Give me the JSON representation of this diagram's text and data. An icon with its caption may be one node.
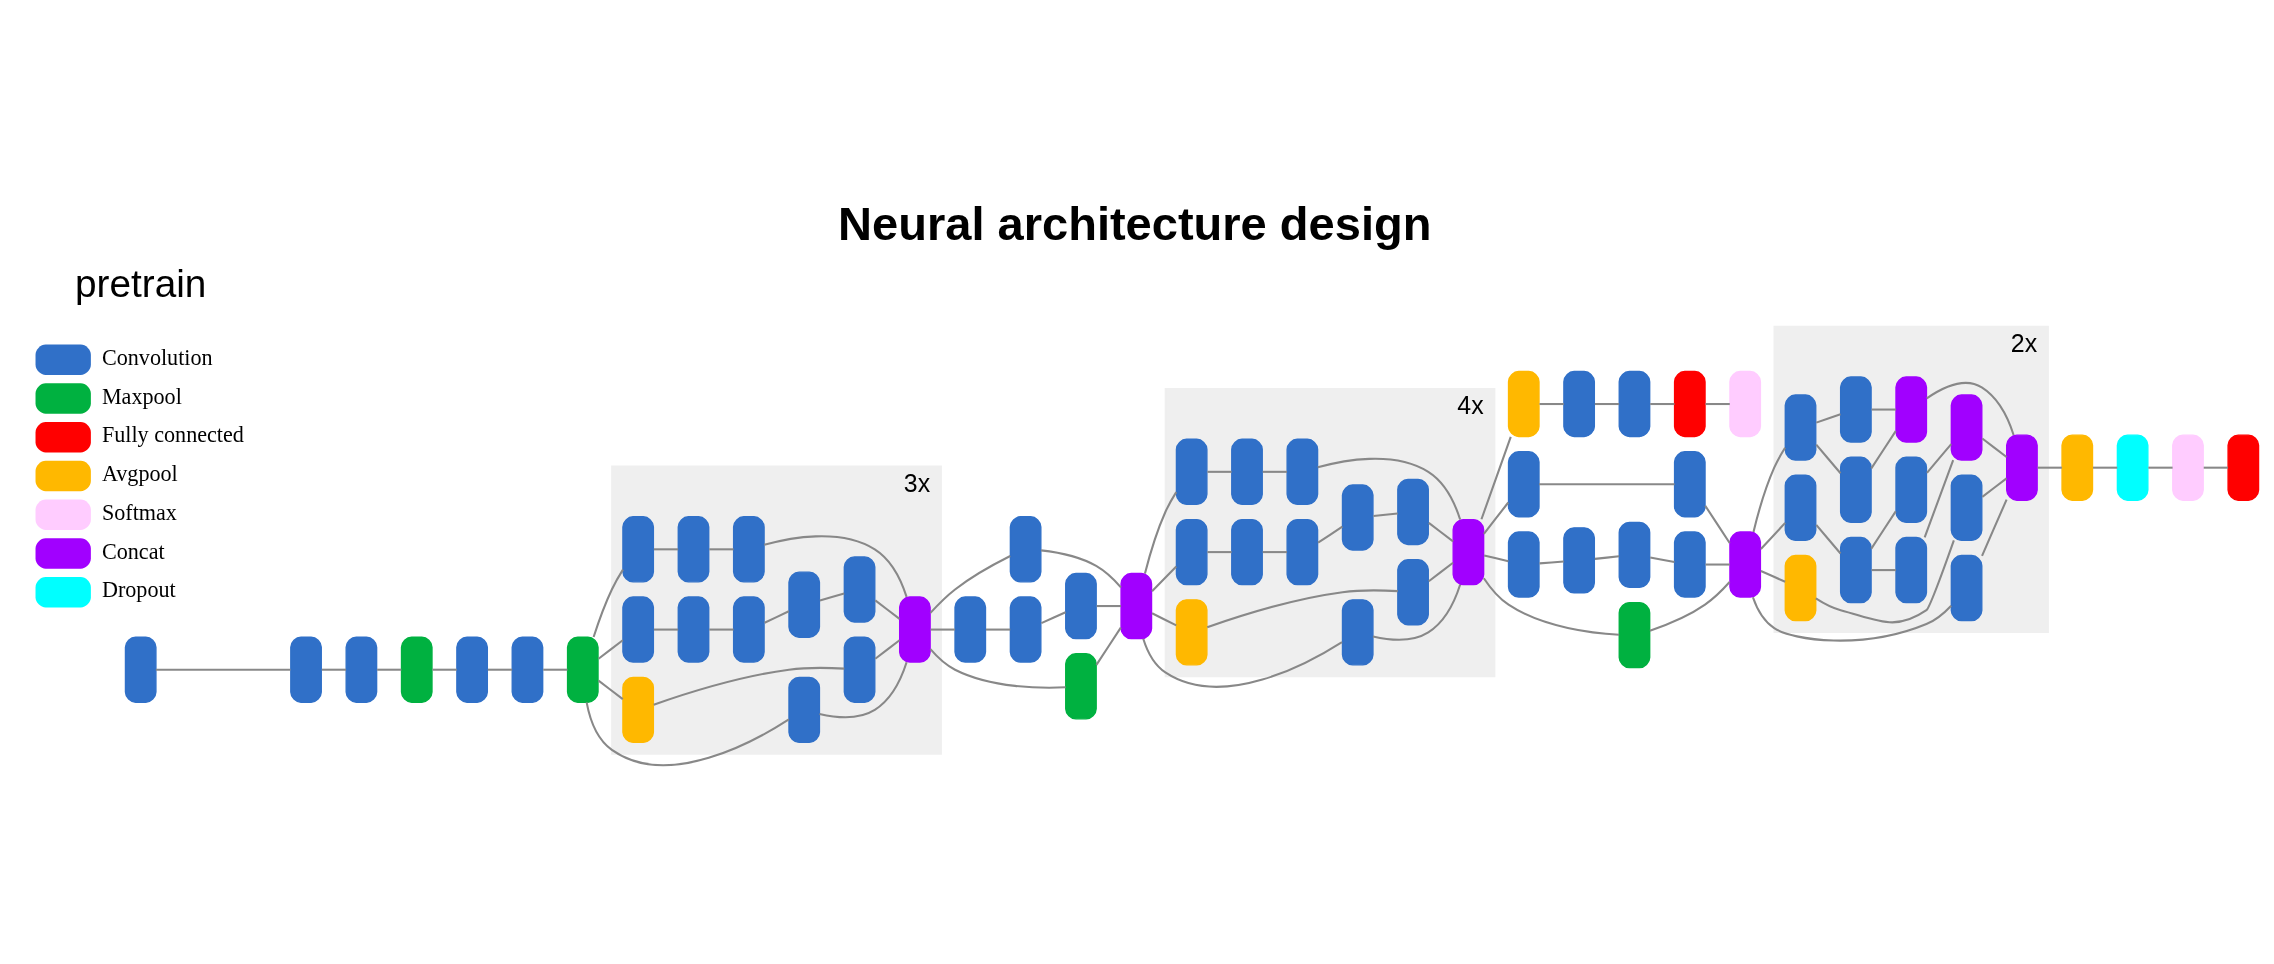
{
  "diagram": {
    "title": "Neural architecture design",
    "nodes": [
      {
        "text": [],
        "shape": "box"
      },
      {
        "text": [],
        "shape": "box"
      },
      {
        "text": [],
        "shape": "box"
      },
      {
        "text": [],
        "shape": "box"
      },
      {
        "text": [],
        "shape": "box"
      },
      {
        "text": [],
        "shape": "box"
      },
      {
        "text": [],
        "shape": "box"
      },
      {
        "text": [
          "3x"
        ]
      },
      {
        "text": [],
        "shape": "box",
        "in": 7
      },
      {
        "text": [],
        "shape": "box",
        "in": 7
      },
      {
        "text": [],
        "shape": "box",
        "in": 7
      },
      {
        "text": [],
        "shape": "box",
        "in": 7
      },
      {
        "text": [],
        "shape": "box",
        "in": 7
      },
      {
        "text": [],
        "shape": "box",
        "in": 7
      },
      {
        "text": [],
        "shape": "box",
        "in": 7
      },
      {
        "text": [],
        "shape": "box",
        "in": 7
      },
      {
        "text": [],
        "shape": "box",
        "in": 7
      },
      {
        "text": [],
        "shape": "box",
        "in": 7
      },
      {
        "text": [],
        "shape": "box",
        "in": 7
      },
      {
        "text": [],
        "shape": "box",
        "in": 7
      },
      {
        "text": [],
        "shape": "box"
      },
      {
        "text": [],
        "shape": "box"
      },
      {
        "text": [],
        "shape": "box"
      },
      {
        "text": [],
        "shape": "box"
      },
      {
        "text": [],
        "shape": "box"
      },
      {
        "text": [],
        "shape": "box"
      },
      {
        "text": [
          "4x"
        ]
      },
      {
        "text": [],
        "shape": "box",
        "in": 26
      },
      {
        "text": [],
        "shape": "box",
        "in": 26
      },
      {
        "text": [],
        "shape": "box",
        "in": 26
      },
      {
        "text": [],
        "shape": "box",
        "in": 26
      },
      {
        "text": [],
        "shape": "box",
        "in": 26
      },
      {
        "text": [],
        "shape": "box",
        "in": 26
      },
      {
        "text": [],
        "shape": "box",
        "in": 26
      },
      {
        "text": [],
        "shape": "box",
        "in": 26
      },
      {
        "text": [],
        "shape": "box",
        "in": 26
      },
      {
        "text": [],
        "shape": "box",
        "in": 26
      },
      {
        "text": [],
        "shape": "box",
        "in": 26
      },
      {
        "text": [],
        "shape": "box",
        "in": 26
      },
      {
        "text": [],
        "shape": "box"
      },
      {
        "text": [],
        "shape": "box"
      },
      {
        "text": [],
        "shape": "box"
      },
      {
        "text": [],
        "shape": "box"
      },
      {
        "text": [],
        "shape": "box"
      },
      {
        "text": [],
        "shape": "box"
      },
      {
        "text": [],
        "shape": "box"
      },
      {
        "text": [],
        "shape": "box"
      },
      {
        "text": [],
        "shape": "box"
      },
      {
        "text": [],
        "shape": "box"
      },
      {
        "text": [],
        "shape": "box"
      },
      {
        "text": [],
        "shape": "box"
      },
      {
        "text": [],
        "shape": "box"
      },
      {
        "text": [
          "2x"
        ]
      },
      {
        "text": [],
        "shape": "box",
        "in": 52
      },
      {
        "text": [],
        "shape": "box",
        "in": 52
      },
      {
        "text": [],
        "shape": "box",
        "in": 52
      },
      {
        "text": [],
        "shape": "box",
        "in": 52
      },
      {
        "text": [],
        "shape": "box",
        "in": 52
      },
      {
        "text": [],
        "shape": "box",
        "in": 52
      },
      {
        "text": [],
        "shape": "box",
        "in": 52
      },
      {
        "text": [],
        "shape": "box",
        "in": 52
      },
      {
        "text": [],
        "shape": "box",
        "in": 52
      },
      {
        "text": [],
        "shape": "box",
        "in": 52
      },
      {
        "text": [],
        "shape": "box",
        "in": 52
      },
      {
        "text": [],
        "shape": "box",
        "in": 52
      },
      {
        "text": [],
        "shape": "box",
        "in": 52
      },
      {
        "text": [],
        "shape": "box"
      },
      {
        "text": [],
        "shape": "box"
      },
      {
        "text": [],
        "shape": "box"
      },
      {
        "text": [],
        "shape": "box"
      }
    ],
    "edges": [
      {
        "from": 0,
        "to": 1,
        "arrow": "none"
      },
      {
        "from": 1,
        "to": 2,
        "arrow": "none"
      },
      {
        "from": 2,
        "to": 3,
        "arrow": "none"
      },
      {
        "from": 3,
        "to": 4,
        "arrow": "none"
      },
      {
        "from": 4,
        "to": 5,
        "arrow": "none"
      },
      {
        "from": 5,
        "to": 6,
        "arrow": "none"
      },
      {
        "from": 6,
        "to": 8,
        "arrow": "none"
      },
      {
        "from": 6,
        "to": 9,
        "arrow": "none"
      },
      {
        "from": 6,
        "to": 12,
        "arrow": "none"
      },
      {
        "from": 6,
        "to": 17,
        "arrow": "none"
      },
      {
        "from": 9,
        "to": 10,
        "arrow": "none"
      },
      {
        "from": 10,
        "to": 11,
        "arrow": "none"
      },
      {
        "from": 12,
        "to": 13,
        "arrow": "none"
      },
      {
        "from": 13,
        "to": 14,
        "arrow": "none"
      },
      {
        "from": 14,
        "to": 15,
        "arrow": "none"
      },
      {
        "from": 15,
        "to": 16,
        "arrow": "none"
      },
      {
        "from": 17,
        "to": 18,
        "arrow": "none"
      },
      {
        "from": 8,
        "to": 19,
        "arrow": "none"
      },
      {
        "from": 11,
        "to": 19,
        "arrow": "none"
      },
      {
        "from": 16,
        "to": 19,
        "arrow": "none"
      },
      {
        "from": 18,
        "to": 19,
        "arrow": "none"
      },
      {
        "from": 19,
        "to": 20,
        "arrow": "none"
      },
      {
        "from": 19,
        "to": 21,
        "arrow": "none"
      },
      {
        "from": 19,
        "to": 24,
        "arrow": "none"
      },
      {
        "from": 21,
        "to": 22,
        "arrow": "none"
      },
      {
        "from": 22,
        "to": 23,
        "arrow": "none"
      },
      {
        "from": 20,
        "to": 25,
        "arrow": "none"
      },
      {
        "from": 23,
        "to": 25,
        "arrow": "none"
      },
      {
        "from": 24,
        "to": 25,
        "arrow": "none"
      },
      {
        "from": 25,
        "to": 27,
        "arrow": "none"
      },
      {
        "from": 25,
        "to": 28,
        "arrow": "none"
      },
      {
        "from": 25,
        "to": 31,
        "arrow": "none"
      },
      {
        "from": 25,
        "to": 36,
        "arrow": "none"
      },
      {
        "from": 28,
        "to": 29,
        "arrow": "none"
      },
      {
        "from": 29,
        "to": 30,
        "arrow": "none"
      },
      {
        "from": 31,
        "to": 32,
        "arrow": "none"
      },
      {
        "from": 32,
        "to": 33,
        "arrow": "none"
      },
      {
        "from": 33,
        "to": 34,
        "arrow": "none"
      },
      {
        "from": 34,
        "to": 35,
        "arrow": "none"
      },
      {
        "from": 36,
        "to": 37,
        "arrow": "none"
      },
      {
        "from": 27,
        "to": 38,
        "arrow": "none"
      },
      {
        "from": 30,
        "to": 38,
        "arrow": "none"
      },
      {
        "from": 35,
        "to": 38,
        "arrow": "none"
      },
      {
        "from": 37,
        "to": 38,
        "arrow": "none"
      },
      {
        "from": 38,
        "to": 39,
        "arrow": "none"
      },
      {
        "from": 39,
        "to": 40,
        "arrow": "none"
      },
      {
        "from": 40,
        "to": 41,
        "arrow": "none"
      },
      {
        "from": 41,
        "to": 42,
        "arrow": "none"
      },
      {
        "from": 42,
        "to": 43,
        "arrow": "none"
      },
      {
        "from": 38,
        "to": 44,
        "arrow": "none"
      },
      {
        "from": 38,
        "to": 46,
        "arrow": "none"
      },
      {
        "from": 38,
        "to": 50,
        "arrow": "none"
      },
      {
        "from": 44,
        "to": 45,
        "arrow": "none"
      },
      {
        "from": 46,
        "to": 47,
        "arrow": "none"
      },
      {
        "from": 47,
        "to": 48,
        "arrow": "none"
      },
      {
        "from": 48,
        "to": 49,
        "arrow": "none"
      },
      {
        "from": 45,
        "to": 51,
        "arrow": "none"
      },
      {
        "from": 49,
        "to": 51,
        "arrow": "none"
      },
      {
        "from": 50,
        "to": 51,
        "arrow": "none"
      },
      {
        "from": 51,
        "to": 53,
        "arrow": "none"
      },
      {
        "from": 51,
        "to": 54,
        "arrow": "none"
      },
      {
        "from": 51,
        "to": 58,
        "arrow": "none"
      },
      {
        "from": 51,
        "to": 63,
        "arrow": "none"
      },
      {
        "from": 54,
        "to": 55,
        "arrow": "none"
      },
      {
        "from": 54,
        "to": 56,
        "arrow": "none"
      },
      {
        "from": 55,
        "to": 57,
        "arrow": "none"
      },
      {
        "from": 56,
        "to": 57,
        "arrow": "none"
      },
      {
        "from": 58,
        "to": 59,
        "arrow": "none"
      },
      {
        "from": 59,
        "to": 60,
        "arrow": "none"
      },
      {
        "from": 59,
        "to": 61,
        "arrow": "none"
      },
      {
        "from": 60,
        "to": 62,
        "arrow": "none"
      },
      {
        "from": 61,
        "to": 62,
        "arrow": "none"
      },
      {
        "from": 63,
        "to": 64,
        "arrow": "none"
      },
      {
        "from": 53,
        "to": 65,
        "arrow": "none"
      },
      {
        "from": 57,
        "to": 65,
        "arrow": "none"
      },
      {
        "from": 62,
        "to": 65,
        "arrow": "none"
      },
      {
        "from": 64,
        "to": 65,
        "arrow": "none"
      },
      {
        "from": 65,
        "to": 66,
        "arrow": "none"
      },
      {
        "from": 66,
        "to": 67,
        "arrow": "none"
      },
      {
        "from": 67,
        "to": 68,
        "arrow": "none"
      },
      {
        "from": 68,
        "to": 69,
        "arrow": "none"
      }
    ],
    "labels": [
      "pretrain"
    ],
    "legend": [
      {
        "text": "Convolution",
        "color": "#3070c8"
      },
      {
        "text": "Maxpool",
        "color": "#00b140"
      },
      {
        "text": "Fully connected",
        "color": "#ff0000"
      },
      {
        "text": "Avgpool",
        "color": "#ffb800"
      },
      {
        "text": "Softmax",
        "color": "#ffccff"
      },
      {
        "text": "Concat",
        "color": "#a100ff"
      },
      {
        "text": "Dropout",
        "color": "#00ffff"
      }
    ]
  }
}
